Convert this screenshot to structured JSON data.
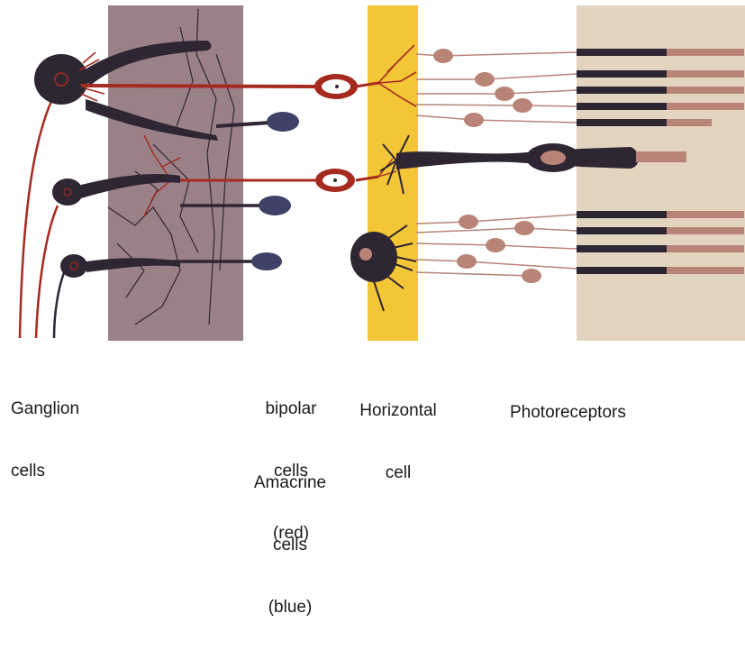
{
  "colors": {
    "background": "#ffffff",
    "ganglion_layer": "#9a8188",
    "horizontal_layer": "#f3c638",
    "photoreceptor_layer": "#e3d4bf",
    "red_cell": "#a52a1f",
    "dark_cell": "#2f2633",
    "blue_cell": "#3e4268",
    "tan_cell": "#b98478",
    "label_text": "#1a1a1a"
  },
  "labels": {
    "ganglion": [
      "Ganglion",
      "cells"
    ],
    "bipolar": [
      "bipolar",
      "cells",
      "(red)"
    ],
    "amacrine": [
      "Amacrine",
      "cells",
      "(blue)"
    ],
    "horizontal": [
      "Horizontal",
      "cell"
    ],
    "photoreceptors": [
      "Photoreceptors"
    ]
  }
}
